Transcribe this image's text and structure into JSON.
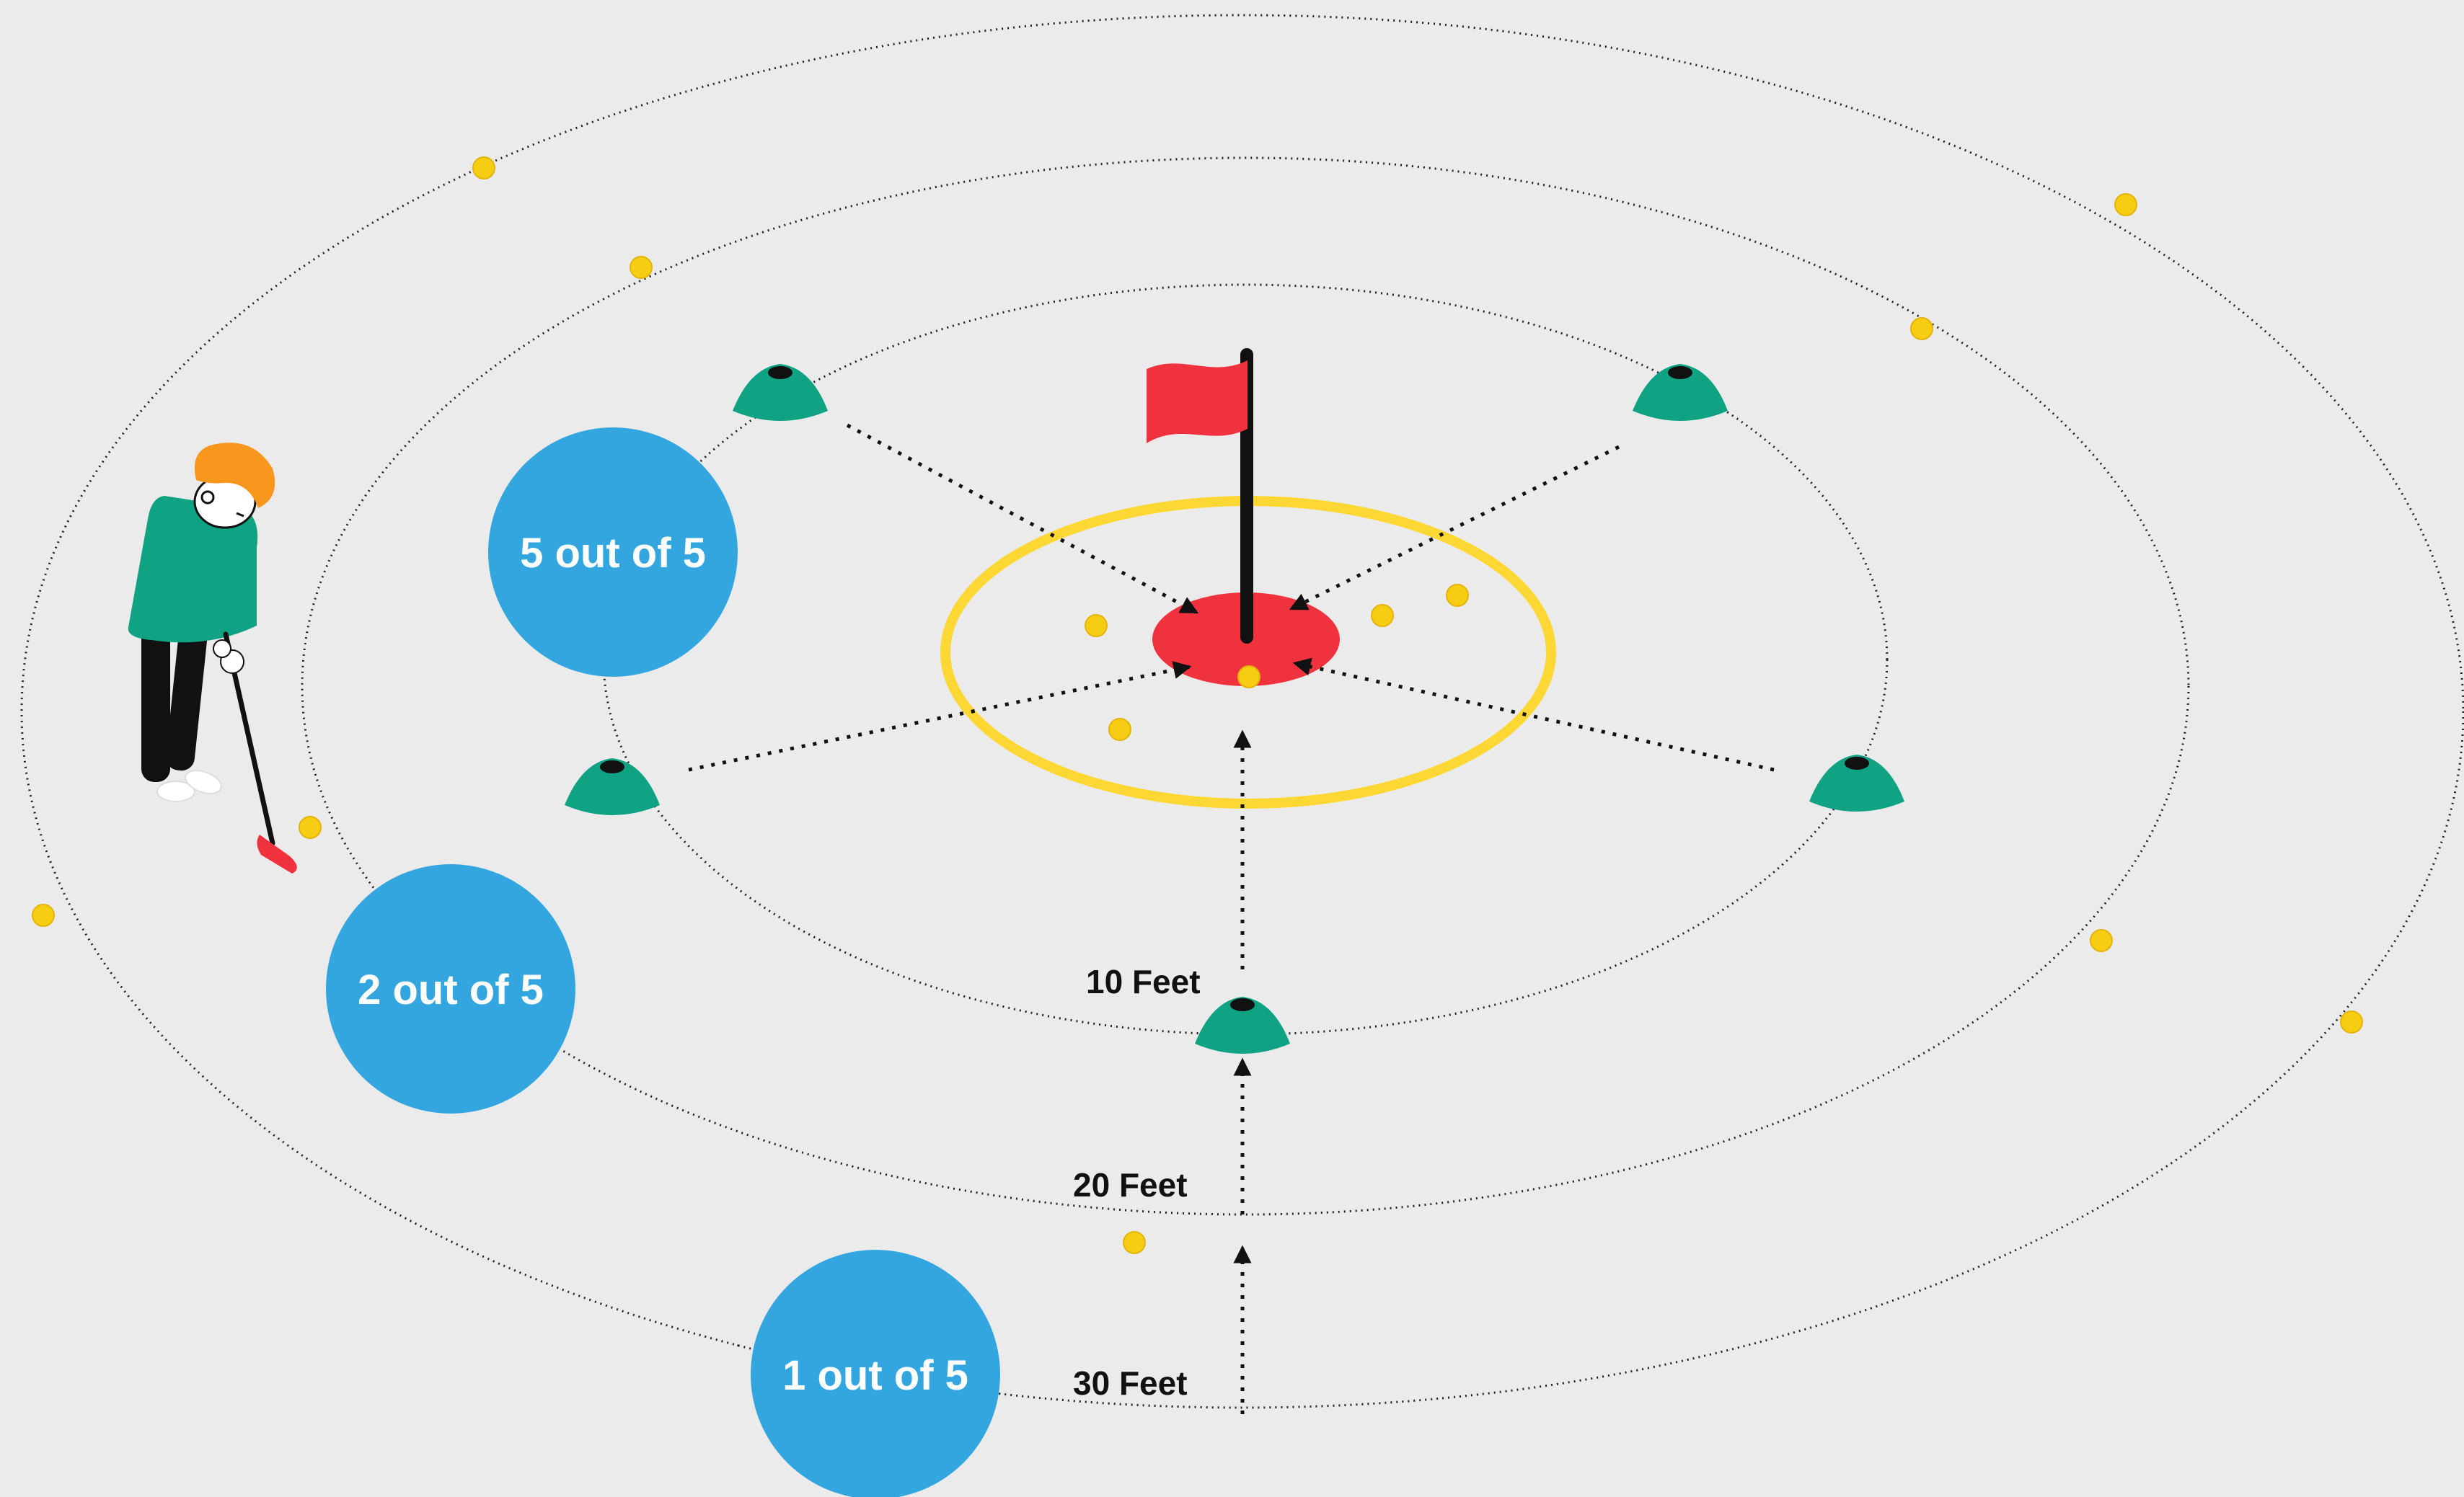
{
  "colors": {
    "background": "#ebebeb",
    "bubble": "#34a6df",
    "cone": "#0fa283",
    "flag": "#f0323f",
    "hole": "#f0323f",
    "ring_highlight": "#fdd835",
    "ball": "#f6cd12",
    "golfer_shirt": "#0fa283",
    "golfer_hair": "#f8961e"
  },
  "rings": [
    {
      "label": "10 Feet"
    },
    {
      "label": "20 Feet"
    },
    {
      "label": "30 Feet"
    }
  ],
  "bubbles": [
    {
      "text": "5 out of 5"
    },
    {
      "text": "2 out of 5"
    },
    {
      "text": "1 out of 5"
    }
  ],
  "icons": {
    "flag": "flag-icon",
    "cone": "cone-icon",
    "ball": "golf-ball-icon",
    "golfer": "golfer-figure"
  }
}
